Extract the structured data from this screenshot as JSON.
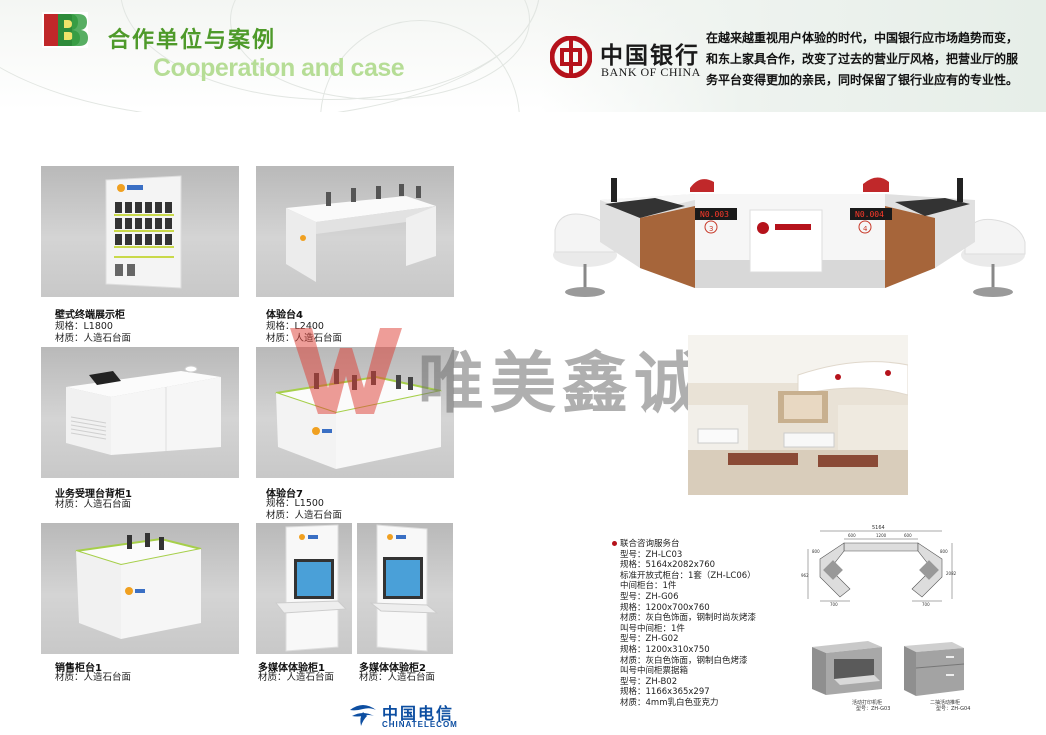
{
  "header": {
    "title_cn": "合作单位与案例",
    "title_en": "Cooperation and case"
  },
  "boc": {
    "name_cn": "中国银行",
    "name_en": "BANK OF CHINA",
    "description": "在越来越重视用户体验的时代，中国银行应市场趋势而变，和东上家具合作，改变了过去的营业厅风格，把营业厅的服务平台变得更加的亲民，同时保留了银行业应有的专业性。"
  },
  "products": [
    {
      "name": "壁式终端展示柜",
      "specs": [
        "规格：L1800",
        "材质：人造石台面"
      ]
    },
    {
      "name": "体验台4",
      "specs": [
        "规格：L2400",
        "材质：人造石台面"
      ]
    },
    {
      "name": "业务受理台背柜1",
      "specs": [
        "材质：人造石台面"
      ]
    },
    {
      "name": "体验台7",
      "specs": [
        "规格：L1500",
        "材质：人造石台面"
      ]
    },
    {
      "name": "销售柜台1",
      "specs": [
        "材质：人造石台面"
      ]
    },
    {
      "name": "多媒体体验柜1",
      "specs": [
        "材质：人造石台面"
      ]
    },
    {
      "name": "多媒体体验柜2",
      "specs": [
        "材质：人造石台面"
      ]
    }
  ],
  "watermark": {
    "text": "唯美鑫诚"
  },
  "counter": {
    "left_display": "N0.003",
    "right_display": "N0.004",
    "left_num": "3",
    "right_num": "4"
  },
  "spec_list": [
    "联合咨询服务台",
    "型号：ZH-LC03",
    "规格：5164x2082x760",
    "标准开放式柜台：1套（ZH-LC06）",
    "中间柜台：1件",
    "型号：ZH-G06",
    "规格：1200x700x760",
    "材质：灰白色饰面，钢制时尚灰烤漆",
    "叫号中间柜：1件",
    "型号：ZH-G02",
    "规格：1200x310x750",
    "材质：灰白色饰面，钢制白色烤漆",
    "叫号中间柜票据箱",
    "型号：ZH-B02",
    "规格：1166x365x297",
    "材质：4mm乳白色亚克力"
  ],
  "plan": {
    "overall": "5164",
    "dims_top": [
      "600",
      "1200",
      "600"
    ],
    "left_side": "800",
    "right_side": "800",
    "height_left": "962",
    "height_right": "2082",
    "bottom_left": "700",
    "bottom_right": "700"
  },
  "cabinets": [
    {
      "label": "活动打印机柜",
      "model": "型号：ZH-G03"
    },
    {
      "label": "二抽活动推柜",
      "model": "型号：ZH-G04"
    }
  ],
  "telecom": {
    "name_cn": "中国电信",
    "name_en": "CHINATELECOM"
  },
  "colors": {
    "title_green": "#4e9a2a",
    "title_en_green": "#b6dd96",
    "boc_red": "#b5121b",
    "telecom_blue": "#0d4ea1"
  }
}
